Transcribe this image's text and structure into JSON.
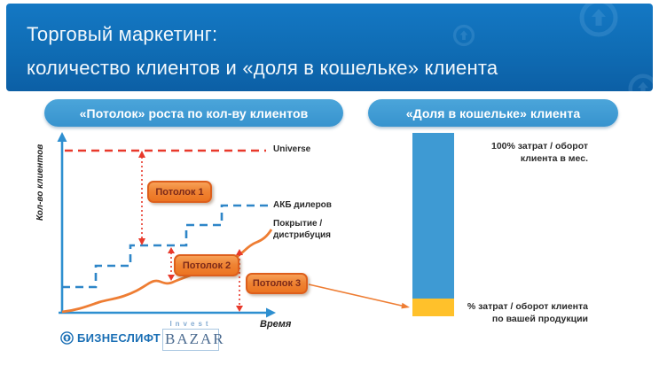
{
  "header": {
    "title": "Торговый маркетинг:",
    "subtitle": "количество клиентов и «доля в кошельке» клиента"
  },
  "panels": {
    "left_title": "«Потолок» роста по кол-ву клиентов",
    "right_title": "«Доля в кошельке» клиента"
  },
  "chart": {
    "y_axis_label": "Кол-во клиентов",
    "x_axis_label": "Время",
    "line_labels": {
      "universe": "Universe",
      "dealers": "АКБ дилеров",
      "coverage": "Покрытие / дистрибуция"
    },
    "ceilings": [
      "Потолок 1",
      "Потолок 2",
      "Потолок 3"
    ]
  },
  "chart_data": {
    "type": "line",
    "title": "«Потолок» роста по кол-ву клиентов",
    "xlabel": "Время",
    "ylabel": "Кол-во клиентов",
    "axes_quantitative": false,
    "series": [
      {
        "name": "Universe",
        "style": "dashed horizontal line at top (market maximum)",
        "color": "#E8392B"
      },
      {
        "name": "АКБ дилеров",
        "style": "dashed ascending step line",
        "color": "#2E86C8"
      },
      {
        "name": "Покрытие / дистрибуция",
        "style": "solid ascending wavy curve",
        "color": "#EE7D33"
      }
    ],
    "annotations": [
      "Потолок 1 — разрыв между Universe и АКБ дилеров",
      "Потолок 2 — разрыв между АКБ дилеров и покрытием",
      "Потолок 3 — разрыв между покрытием и осью времени, указывает на жёлтый сегмент столбца"
    ]
  },
  "wallet": {
    "top_label": "100% затрат / оборот клиента в мес.",
    "bottom_label": "% затрат / оборот клиента по вашей продукции",
    "bar_blue_fraction": 0.9,
    "bar_yellow_fraction": 0.1
  },
  "logos": {
    "bizneslift": "БИЗНЕСЛИФТ",
    "invest": "Invest",
    "bazar": "BAZAR"
  },
  "colors": {
    "header_blue": "#0F6FB8",
    "pill_blue": "#3E9AD3",
    "bar_blue": "#3E9AD3",
    "bar_yellow": "#FFC12B",
    "button_orange": "#EE7623",
    "line_red": "#E8392B",
    "line_blue": "#2E86C8",
    "curve_orange": "#EE7D33",
    "text_dark": "#2B2B2B",
    "logo_blue": "#1A6FB5"
  }
}
